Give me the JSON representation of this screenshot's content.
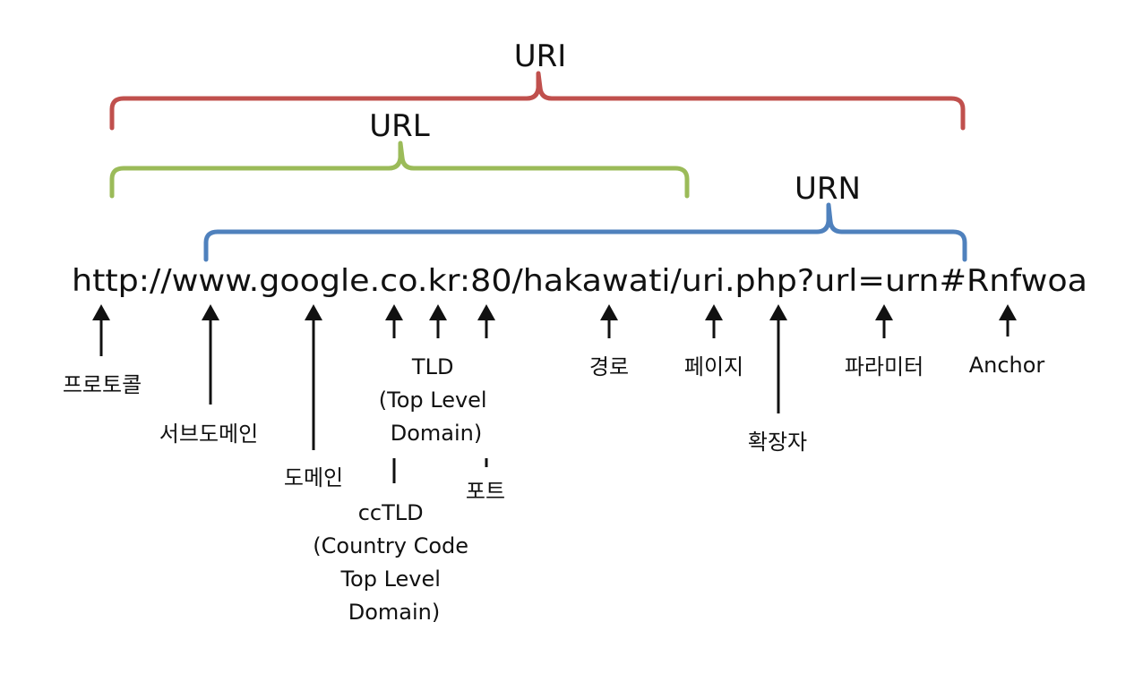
{
  "brackets": {
    "uri": {
      "label": "URI",
      "color": "#c0504d"
    },
    "url": {
      "label": "URL",
      "color": "#9bbb59"
    },
    "urn": {
      "label": "URN",
      "color": "#4f81bd"
    }
  },
  "url_text": "http://www.google.co.kr:80/hakawati/uri.php?url=urn#Rnfwoa",
  "parts": {
    "protocol": "프로토콜",
    "subdomain": "서브도메인",
    "domain": "도메인",
    "tld": [
      "TLD",
      "(Top Level",
      "Domain)"
    ],
    "cctld": [
      "ccTLD",
      "(Country Code",
      "Top Level",
      "Domain)"
    ],
    "port": "포트",
    "path": "경로",
    "page": "페이지",
    "extension": "확장자",
    "parameter": "파라미터",
    "anchor": "Anchor"
  }
}
